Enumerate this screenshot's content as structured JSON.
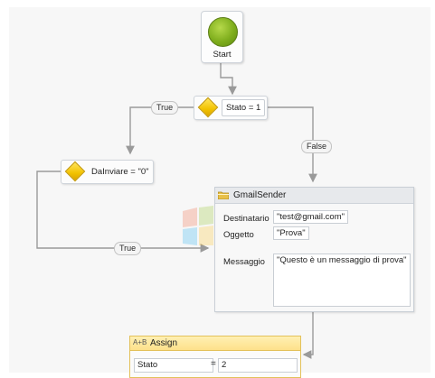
{
  "start": {
    "label": "Start"
  },
  "decision_main": {
    "condition": "Stato = 1"
  },
  "decision_secondary": {
    "condition": "DaInviare = \"0\""
  },
  "edge_labels": {
    "true_top": "True",
    "false_right": "False",
    "true_bottom": "True"
  },
  "gmail_sender": {
    "title": "GmailSender",
    "fields": [
      {
        "label": "Destinatario",
        "value": "\"test@gmail.com\""
      },
      {
        "label": "Oggetto",
        "value": "\"Prova\""
      },
      {
        "label": "Messaggio",
        "value": "\"Questo è un messaggio di prova\""
      }
    ]
  },
  "assign": {
    "icon_text": "A+B",
    "title": "Assign",
    "to": "Stato",
    "operator": "=",
    "value": "2"
  },
  "icons": {
    "start": "start-circle-icon",
    "decision": "decision-diamond-icon",
    "activity": "folder-icon",
    "assign": "assign-icon"
  },
  "colors": {
    "start_green": "#7fae1d",
    "diamond_yellow": "#f2c200",
    "assign_header": "#fde18a",
    "connector_gray": "#9a9a9a"
  }
}
